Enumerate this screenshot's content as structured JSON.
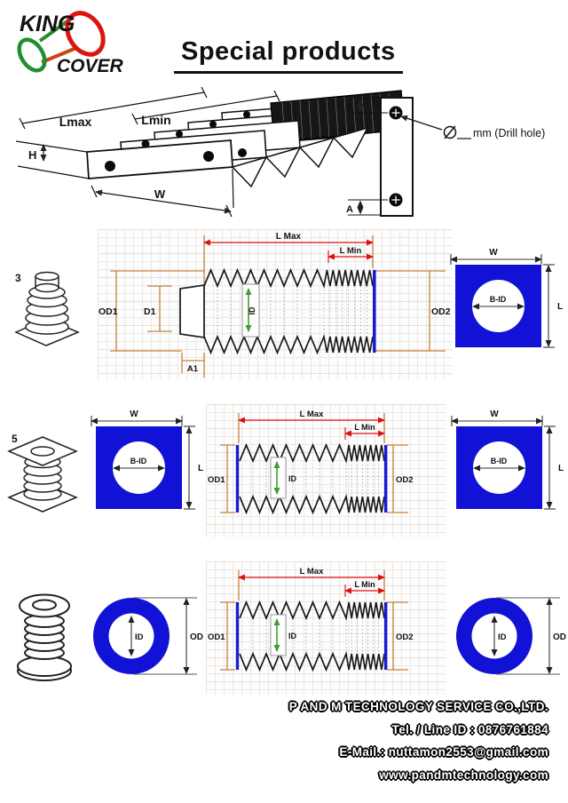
{
  "logo": {
    "king": "KING",
    "cover": "COVER"
  },
  "title": "Special products",
  "top_diagram": {
    "lmax": "Lmax",
    "lmin": "Lmin",
    "h": "H",
    "w": "W",
    "a_top": "A",
    "a_bottom": "A",
    "drill_note": "mm (Drill hole)"
  },
  "row1": {
    "index": "3",
    "drawing": {
      "l_max": "L Max",
      "l_min": "L Min",
      "od1": "OD1",
      "d1": "D1",
      "id": "ID",
      "a1": "A1",
      "od2": "OD2"
    },
    "panel": {
      "w": "W",
      "l": "L",
      "bid": "B-ID"
    }
  },
  "row2": {
    "index": "5",
    "panel_left": {
      "w": "W",
      "l": "L",
      "bid": "B-ID"
    },
    "drawing": {
      "l_max": "L Max",
      "l_min": "L Min",
      "od1": "OD1",
      "id": "ID",
      "od2": "OD2"
    },
    "panel_right": {
      "w": "W",
      "l": "L",
      "bid": "B-ID"
    }
  },
  "row3": {
    "ring_left": {
      "id": "ID",
      "od": "OD"
    },
    "drawing": {
      "l_max": "L Max",
      "l_min": "L Min",
      "od1": "OD1",
      "id": "ID",
      "od2": "OD2"
    },
    "ring_right": {
      "id": "ID",
      "od": "OD"
    }
  },
  "footer": {
    "company": "P AND M TECHNOLOGY SERVICE CO.,LTD.",
    "tel": "Tel. / Line ID : 0876761884",
    "email": "E-Mail.: nuttamon2553@gmail.com",
    "website": "www.pandmtechnology.com"
  },
  "colors": {
    "accent_blue": "#1212d6",
    "dimension_orange": "#c8823c",
    "dimension_red": "#e01010",
    "id_green": "#3f9e2f",
    "logo_blue": "#1418c8",
    "logo_green": "#1f8f2f",
    "logo_red": "#da1510"
  }
}
